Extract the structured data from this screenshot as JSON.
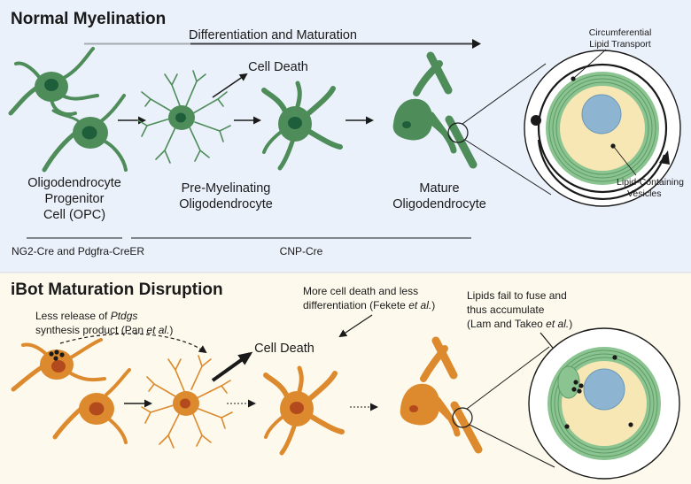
{
  "panel_top": {
    "title": "Normal Myelination",
    "diff_arrow_label": "Differentiation and Maturation",
    "cell_death": "Cell Death",
    "opc_label": [
      "Oligodendrocyte",
      "Progenitor",
      "Cell (OPC)"
    ],
    "premyel_label": [
      "Pre-Myelinating",
      "Oligodendrocyte"
    ],
    "mature_label": [
      "Mature",
      "Oligodendrocyte"
    ],
    "inset_top_label": [
      "Circumferential",
      "Lipid Transport"
    ],
    "inset_bottom_label": [
      "Lipid-Containing",
      "Vesicles"
    ],
    "cre_left": "NG2-Cre and Pdgfra-CreER",
    "cre_right": "CNP-Cre"
  },
  "panel_bottom": {
    "title": "iBot Maturation Disruption",
    "release_label": {
      "line1": "Less release of ",
      "line1_italic": "Ptdgs",
      "line2": "synthesis product (Pan ",
      "line2_italic": "et al.",
      "line2_end": ")"
    },
    "cell_death": "Cell Death",
    "death_note": {
      "line1": "More cell death and less",
      "line2": "differentiation (Fekete ",
      "line2_italic": "et al.",
      "line2_end": ")"
    },
    "lipid_note": {
      "line1": "Lipids fail to fuse and",
      "line2": "thus accumulate",
      "line3": "(Lam and Takeo ",
      "line3_italic": "et al.",
      "line3_end": ")"
    }
  },
  "colors": {
    "top_bg": "#ebf1fb",
    "bottom_bg": "#fdf9ec",
    "green_cell": "#4e8c5a",
    "green_nucleus": "#1e5e3a",
    "orange_cell": "#dc8a2d",
    "orange_nucleus": "#b34a1d",
    "myelin_green": "#8cc491",
    "yellow_core": "#f7e7b4",
    "axon_blue": "#8db4d1"
  },
  "icons": [
    "oligodendrocyte-cell",
    "myelin-cross-section",
    "arrow"
  ]
}
